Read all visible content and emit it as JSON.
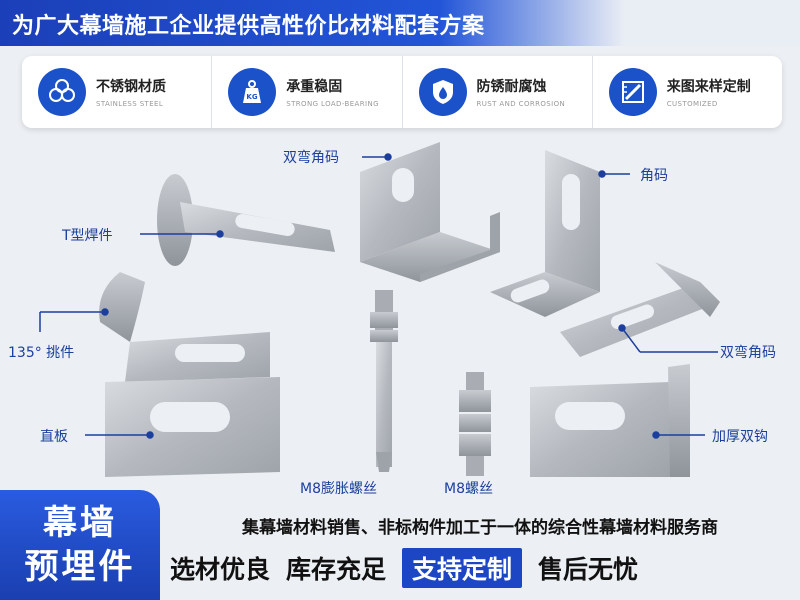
{
  "header": {
    "title": "为广大幕墙施工企业提供高性价比材料配套方案"
  },
  "features": [
    {
      "zh": "不锈钢材质",
      "en": "STAINLESS STEEL",
      "icon": "steel-pipes-icon"
    },
    {
      "zh": "承重稳固",
      "en": "STRONG LOAD-BEARING",
      "icon": "kg-weight-icon"
    },
    {
      "zh": "防锈耐腐蚀",
      "en": "RUST AND CORROSION",
      "icon": "shield-drop-icon"
    },
    {
      "zh": "来图来样定制",
      "en": "CUSTOMIZED",
      "icon": "ruler-pencil-icon"
    }
  ],
  "labels": {
    "double_bend_1": "双弯角码",
    "corner_code": "角码",
    "t_weld": "T型焊件",
    "cantilever_135": "135° 挑件",
    "double_bend_2": "双弯角码",
    "flat_plate": "直板",
    "thick_hook": "加厚双钩",
    "m8_expansion": "M8膨胀螺丝",
    "m8_bolt": "M8螺丝"
  },
  "bottom": {
    "category_line1": "幕墙",
    "category_line2": "预埋件",
    "tagline": "集幕墙材料销售、非标构件加工于一体的综合性幕墙材料服务商",
    "slogans": [
      "选材优良",
      "库存充足",
      "支持定制",
      "售后无忧"
    ]
  },
  "colors": {
    "brand_blue": "#1c46c4",
    "steel": "#b8bcc2"
  }
}
